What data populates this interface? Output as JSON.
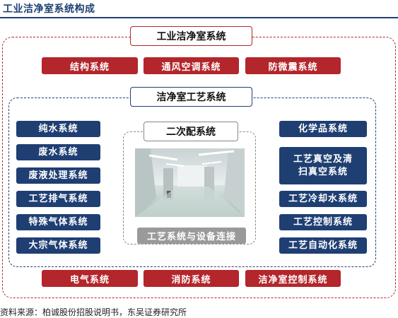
{
  "figure_title": "工业洁净室系统构成",
  "outer_system": {
    "title": "工业洁净室系统",
    "top_items": [
      "结构系统",
      "通风空调系统",
      "防微震系统"
    ],
    "bottom_items": [
      "电气系统",
      "消防系统",
      "洁净室控制系统"
    ]
  },
  "process_system": {
    "title": "洁净室工艺系统",
    "left_items": [
      "纯水系统",
      "废水系统",
      "废液处理系统",
      "工艺排气系统",
      "特殊气体系统",
      "大宗气体系统"
    ],
    "right_items": [
      "化学品系统",
      "工艺真空及清扫真空系统",
      "工艺冷却水系统",
      "工艺控制系统",
      "工艺自动化系统"
    ]
  },
  "secondary_system": {
    "title": "二次配系统",
    "caption": "工艺系统与设备连接"
  },
  "source": "资料来源：柏诚股份招股说明书，东吴证券研究所",
  "colors": {
    "red": "#b3262b",
    "navy": "#1f3f73",
    "gray": "#9a9a9a"
  }
}
